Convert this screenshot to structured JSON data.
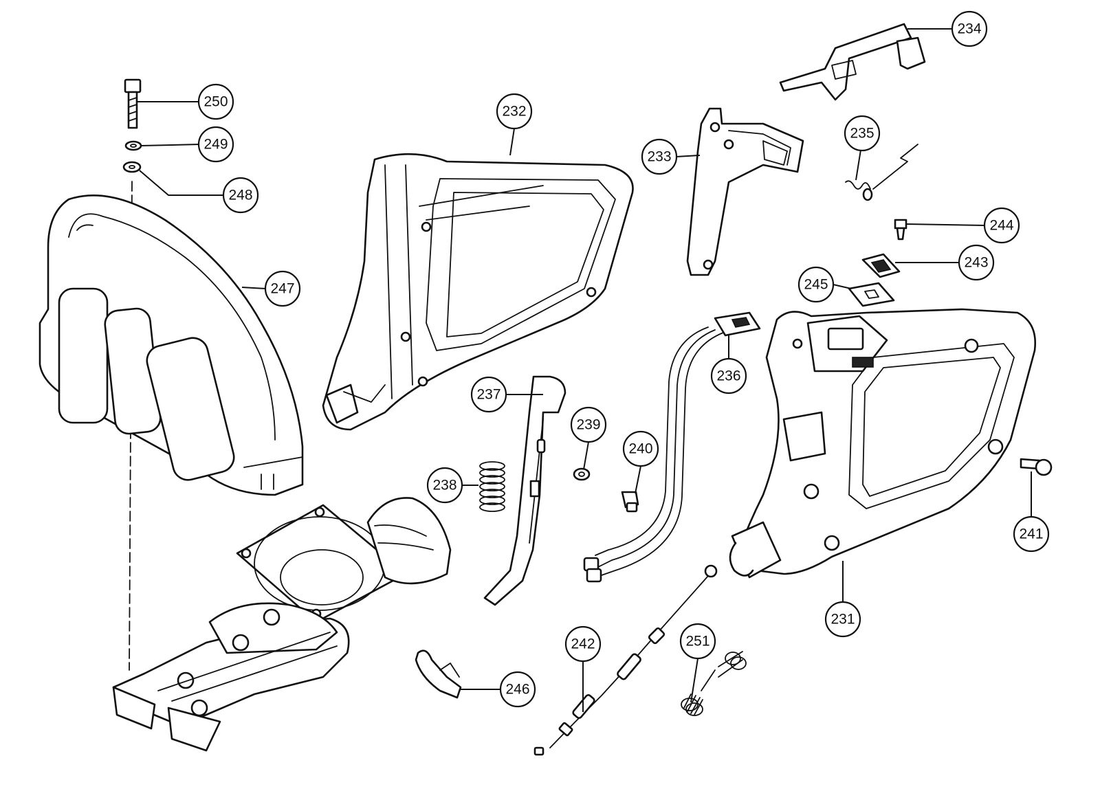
{
  "parts": [
    {
      "id": "part-231",
      "label": "231"
    },
    {
      "id": "part-232",
      "label": "232"
    },
    {
      "id": "part-233",
      "label": "233"
    },
    {
      "id": "part-234",
      "label": "234"
    },
    {
      "id": "part-235",
      "label": "235"
    },
    {
      "id": "part-236",
      "label": "236"
    },
    {
      "id": "part-237",
      "label": "237"
    },
    {
      "id": "part-238",
      "label": "238"
    },
    {
      "id": "part-239",
      "label": "239"
    },
    {
      "id": "part-240",
      "label": "240"
    },
    {
      "id": "part-241",
      "label": "241"
    },
    {
      "id": "part-242",
      "label": "242"
    },
    {
      "id": "part-243",
      "label": "243"
    },
    {
      "id": "part-244",
      "label": "244"
    },
    {
      "id": "part-245",
      "label": "245"
    },
    {
      "id": "part-246",
      "label": "246"
    },
    {
      "id": "part-247",
      "label": "247"
    },
    {
      "id": "part-248",
      "label": "248"
    },
    {
      "id": "part-249",
      "label": "249"
    },
    {
      "id": "part-250",
      "label": "250"
    },
    {
      "id": "part-251",
      "label": "251"
    }
  ]
}
